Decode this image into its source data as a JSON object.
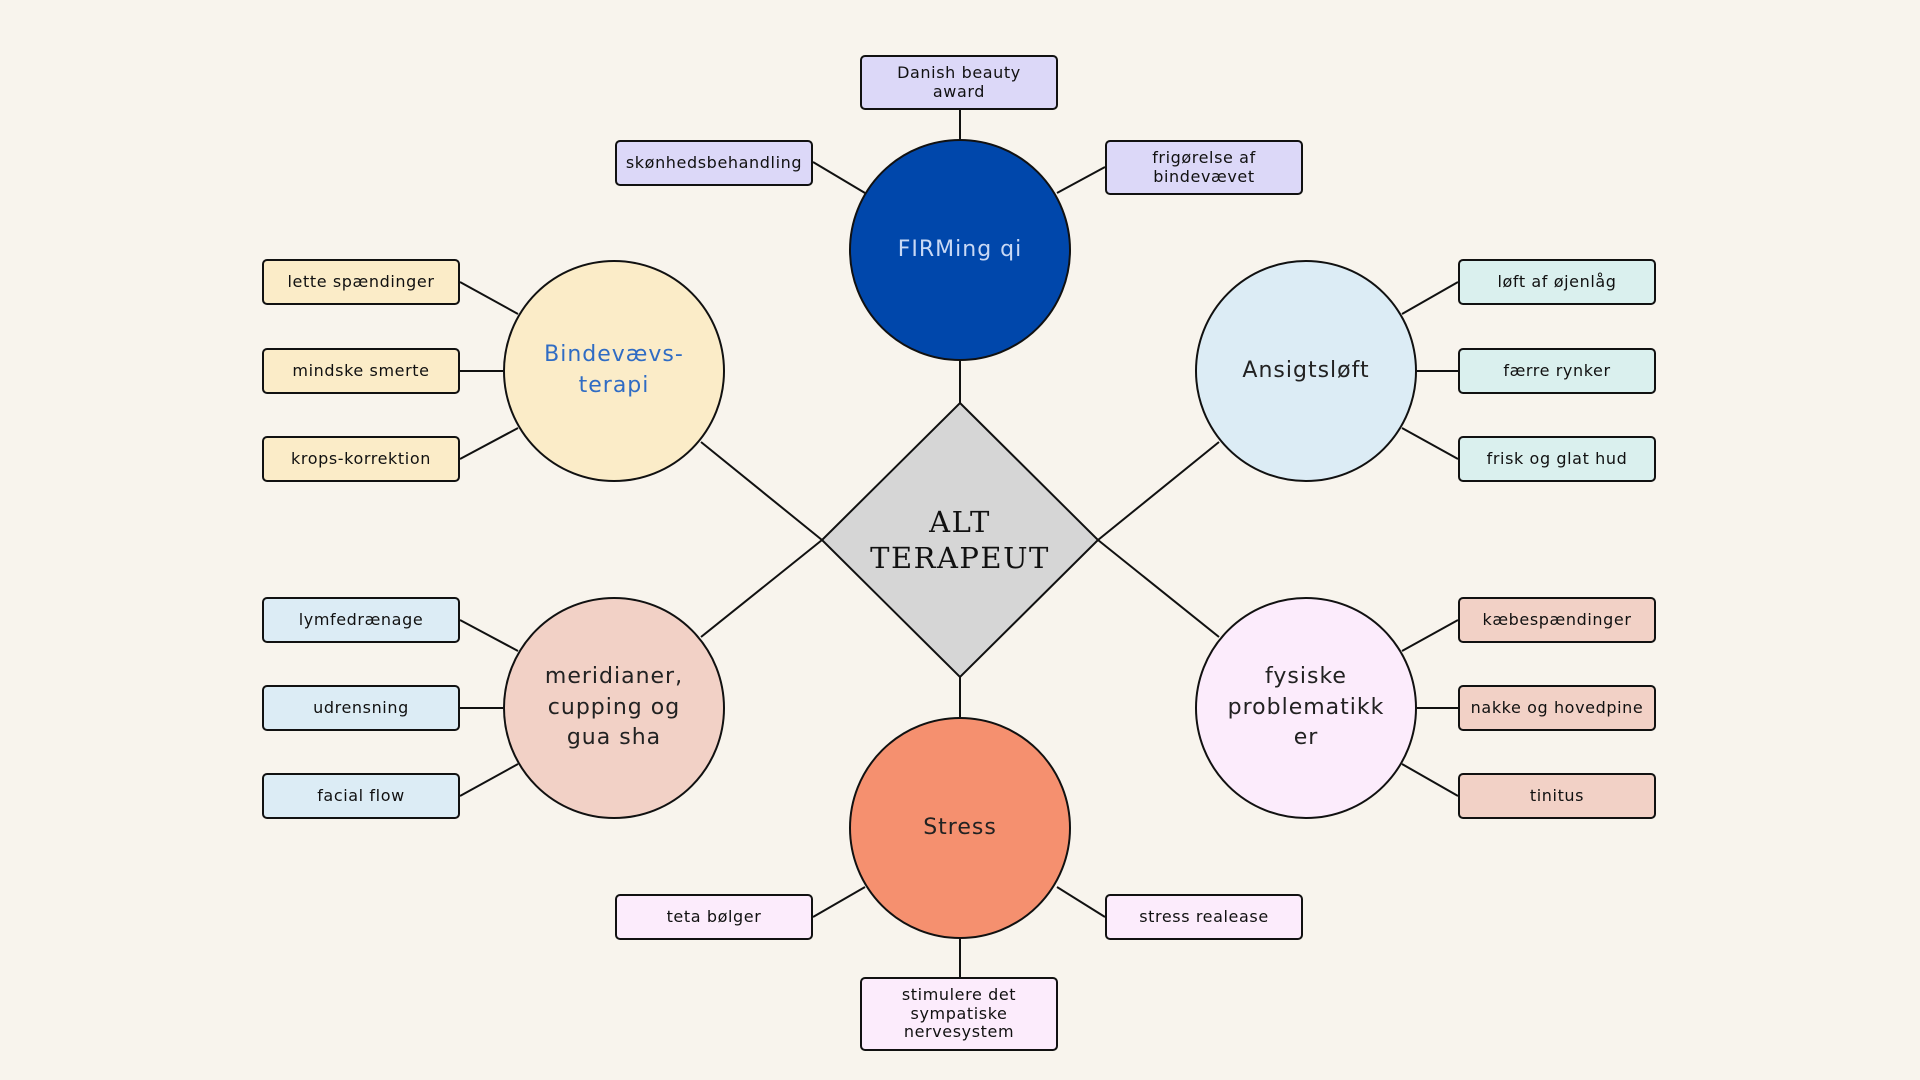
{
  "center": {
    "line1": "ALT",
    "line2": "TERAPEUT",
    "fill": "#d6d6d6"
  },
  "hubs": [
    {
      "id": "firming",
      "lines": [
        "FIRMing qi"
      ],
      "fill": "#0047ab",
      "text_color": "#c9d9f5",
      "leaves": [
        {
          "lines": [
            "Danish beauty",
            "award"
          ]
        },
        {
          "lines": [
            "skønhedsbehandling"
          ]
        },
        {
          "lines": [
            "frigørelse af",
            "bindevævet"
          ]
        }
      ],
      "leaf_fill": "#dcd8f8"
    },
    {
      "id": "bindevaev",
      "lines": [
        "Bindevævs-",
        "terapi"
      ],
      "fill": "#fbecc8",
      "text_color": "#2f6cc4",
      "leaves": [
        {
          "lines": [
            "lette spændinger"
          ]
        },
        {
          "lines": [
            "mindske smerte"
          ]
        },
        {
          "lines": [
            "krops-korrektion"
          ]
        }
      ],
      "leaf_fill": "#fbecc8"
    },
    {
      "id": "ansigt",
      "lines": [
        "Ansigtsløft"
      ],
      "fill": "#dcecf5",
      "text_color": "#222222",
      "leaves": [
        {
          "lines": [
            "løft af øjenlåg"
          ]
        },
        {
          "lines": [
            "færre rynker"
          ]
        },
        {
          "lines": [
            "frisk og glat hud"
          ]
        }
      ],
      "leaf_fill": "#daf0ee"
    },
    {
      "id": "meridian",
      "lines": [
        "meridianer,",
        "cupping og",
        "gua sha"
      ],
      "fill": "#f2d1c6",
      "text_color": "#222222",
      "leaves": [
        {
          "lines": [
            "lymfedrænage"
          ]
        },
        {
          "lines": [
            "udrensning"
          ]
        },
        {
          "lines": [
            "facial flow"
          ]
        }
      ],
      "leaf_fill": "#dcecf5"
    },
    {
      "id": "fysiske",
      "lines": [
        "fysiske",
        "problematikk",
        "er"
      ],
      "fill": "#fcecfc",
      "text_color": "#222222",
      "leaves": [
        {
          "lines": [
            "kæbespændinger"
          ]
        },
        {
          "lines": [
            "nakke og hovedpine"
          ]
        },
        {
          "lines": [
            "tinitus"
          ]
        }
      ],
      "leaf_fill": "#f2d1c6"
    },
    {
      "id": "stress",
      "lines": [
        "Stress"
      ],
      "fill": "#f5906f",
      "text_color": "#222222",
      "leaves": [
        {
          "lines": [
            "teta bølger"
          ]
        },
        {
          "lines": [
            "stress realease"
          ]
        },
        {
          "lines": [
            "stimulere det",
            "sympatiske",
            "nervesystem"
          ]
        }
      ],
      "leaf_fill": "#fcecfc"
    }
  ]
}
